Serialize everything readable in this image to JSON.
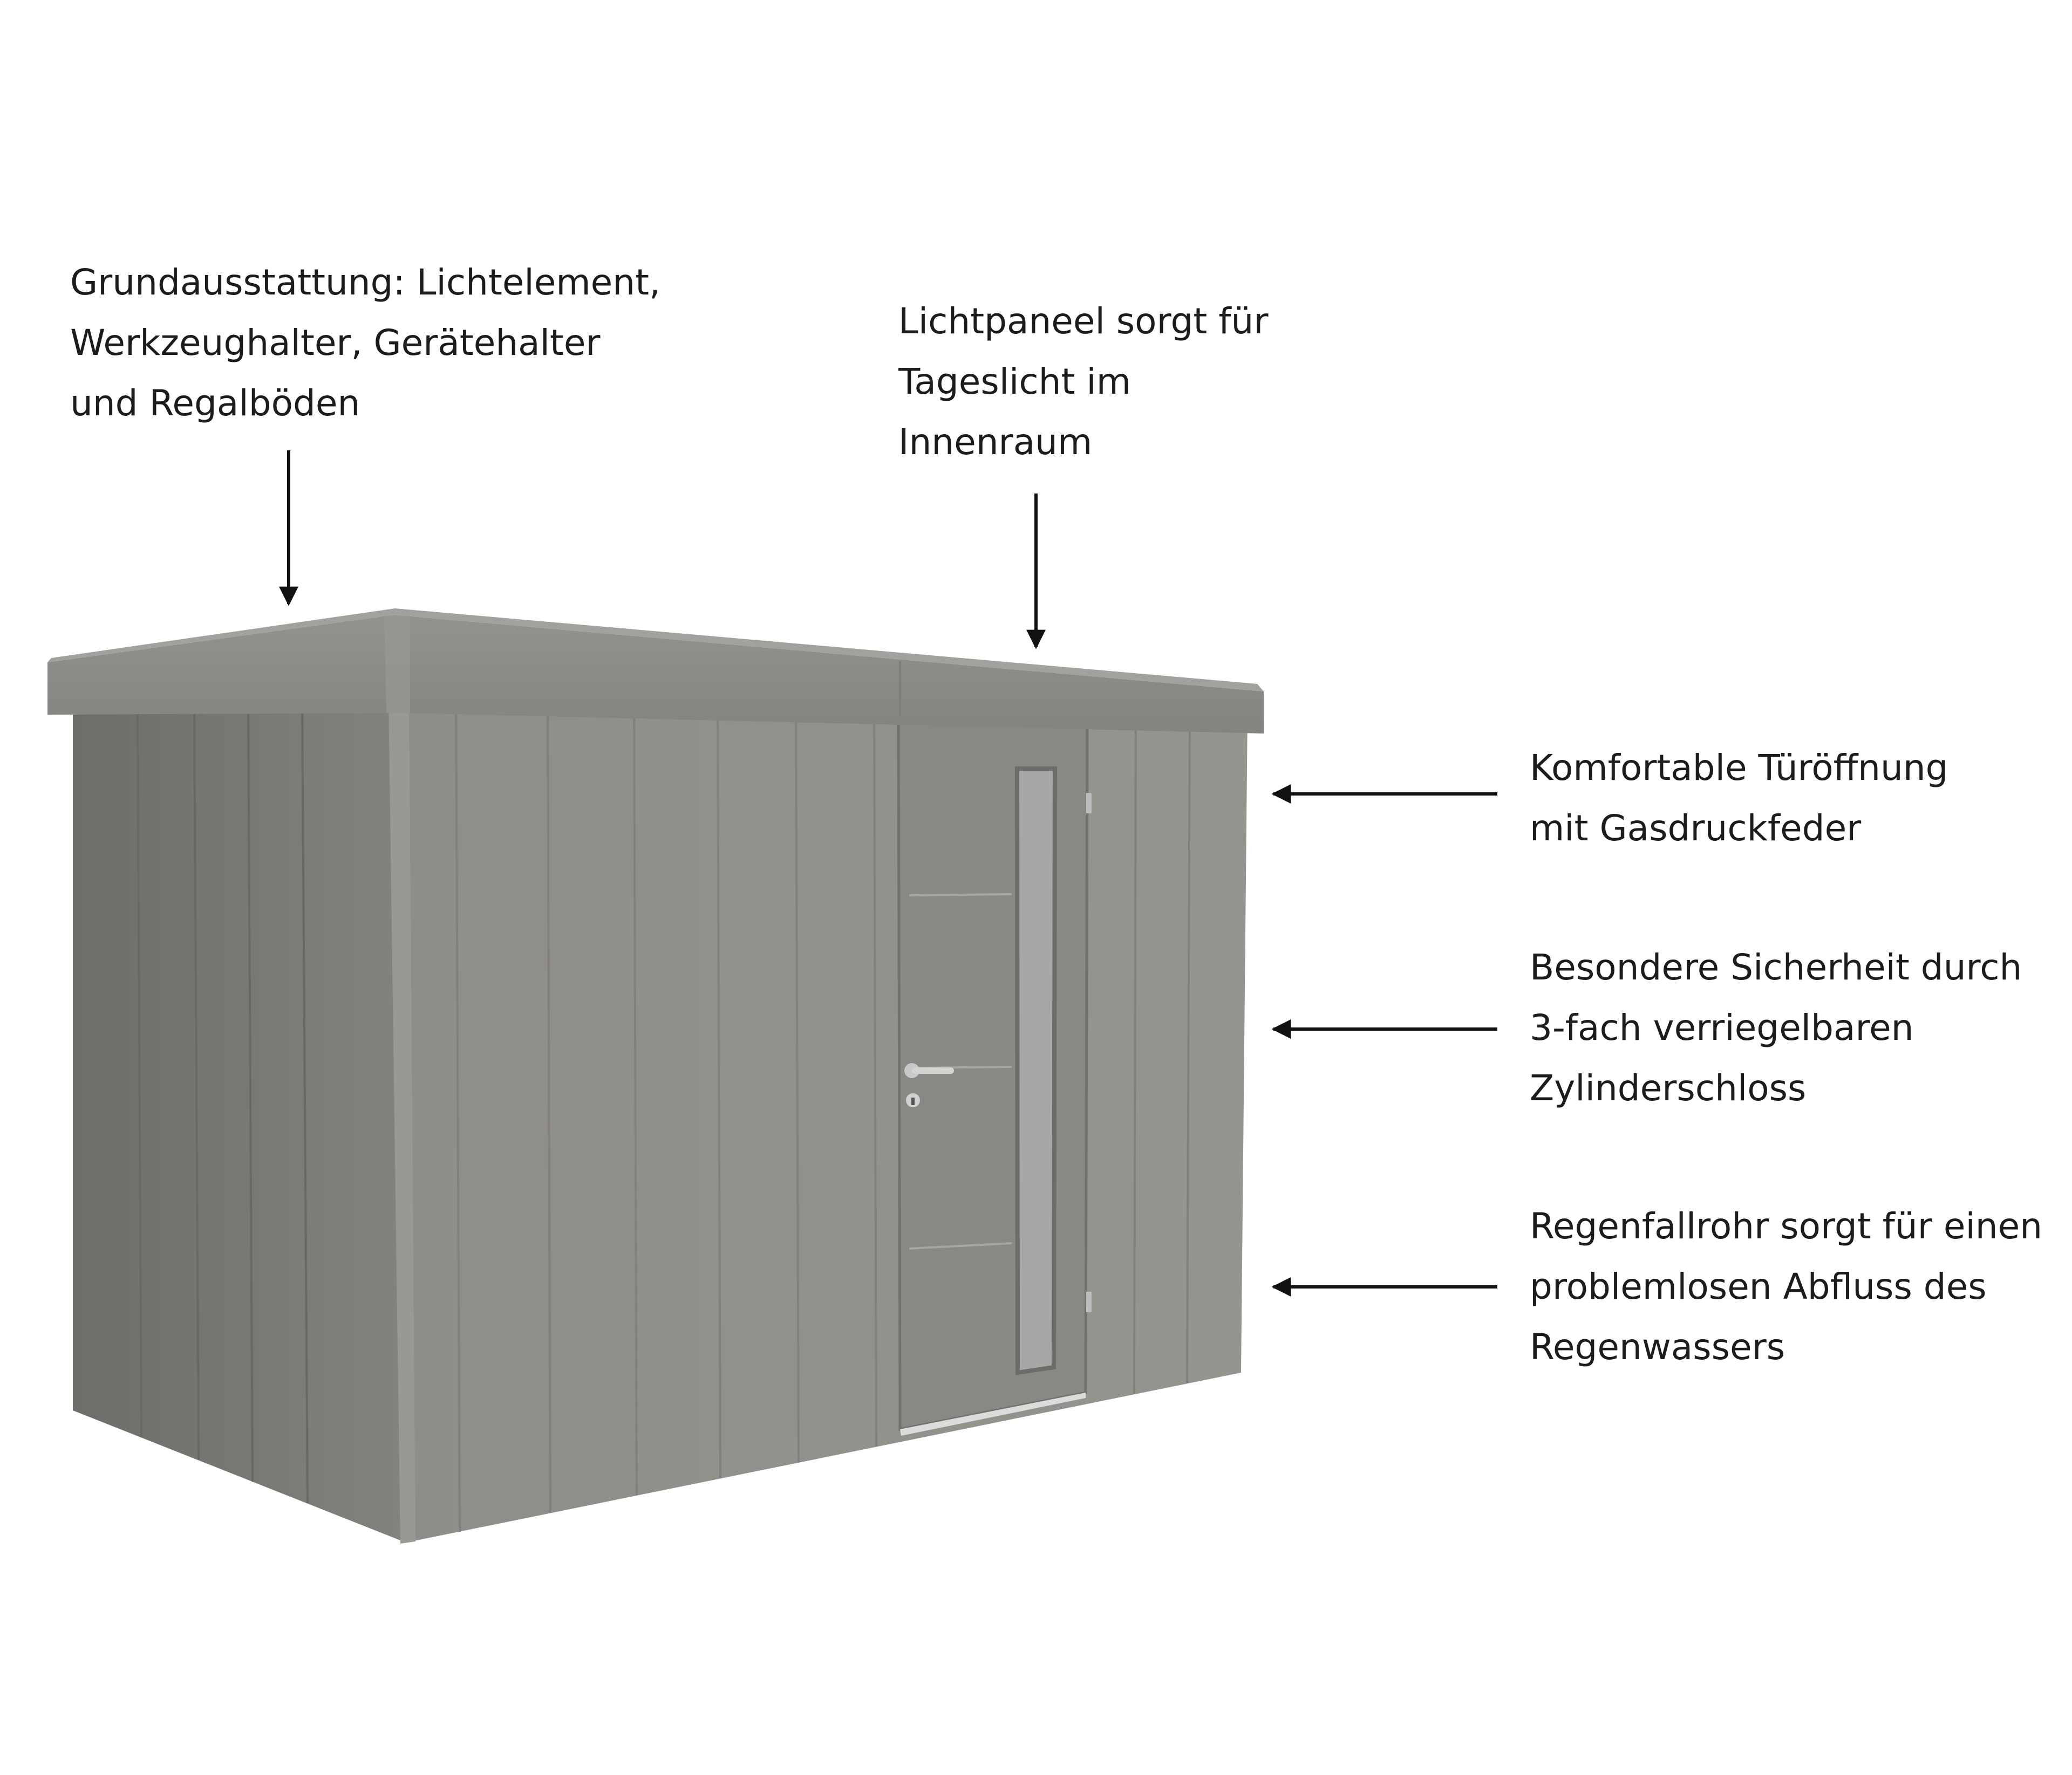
{
  "colors": {
    "roof": "#8e8c88",
    "front_wall": "#908e8a",
    "side_wall": "#7c7a77",
    "door": "#8b8985",
    "window": "#a4a6a6",
    "arrow": "#111111",
    "text": "#1c1c1c"
  },
  "annotations": [
    {
      "id": "equipment",
      "lines": [
        "Grundausstattung: Lichtelement,",
        "Werkzeughalter, Gerätehalter",
        "und Regalböden"
      ]
    },
    {
      "id": "light-panel",
      "lines": [
        "Lichtpaneel sorgt für",
        "Tageslicht im",
        "Innenraum"
      ]
    },
    {
      "id": "door-opening",
      "lines": [
        "Komfortable Türöffnung",
        "mit Gasdruckfeder"
      ]
    },
    {
      "id": "security",
      "lines": [
        "Besondere Sicherheit durch",
        "3-fach verriegelbaren",
        "Zylinderschloss"
      ]
    },
    {
      "id": "downpipe",
      "lines": [
        "Regenfallrohr sorgt für einen",
        "problemlosen Abfluss des",
        "Regenwassers"
      ]
    }
  ]
}
